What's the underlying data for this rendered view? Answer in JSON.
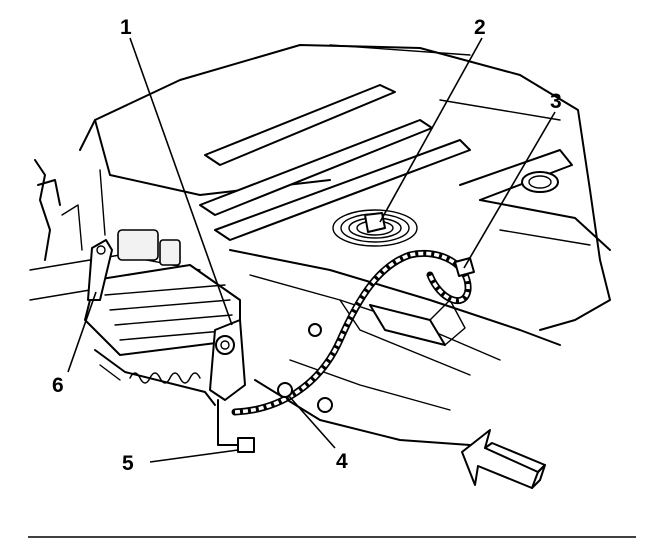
{
  "callouts": [
    {
      "id": "1",
      "label": "1"
    },
    {
      "id": "2",
      "label": "2"
    },
    {
      "id": "3",
      "label": "3"
    },
    {
      "id": "4",
      "label": "4"
    },
    {
      "id": "5",
      "label": "5"
    },
    {
      "id": "6",
      "label": "6"
    }
  ],
  "icons": {
    "direction_arrow": "front-direction-arrow-icon"
  }
}
